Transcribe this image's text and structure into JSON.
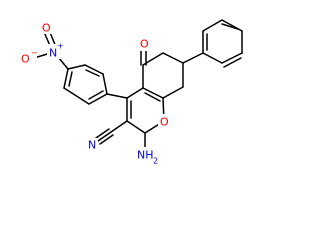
{
  "molecule": {
    "atoms": {
      "nitro_o_minus": {
        "text": "O",
        "charge": "−",
        "color": "#ff0000"
      },
      "nitro_n": {
        "text": "N",
        "charge": "+",
        "color": "#0000ff"
      },
      "nitro_o": {
        "text": "O",
        "color": "#ff0000"
      },
      "ketone_o": {
        "text": "O",
        "color": "#ff0000"
      },
      "ring_o": {
        "text": "O",
        "color": "#ff0000"
      },
      "nitrile_n": {
        "text": "N",
        "color": "#0000ff"
      },
      "amino": {
        "text": "NH",
        "subscript": "2",
        "color": "#0000ff"
      }
    }
  }
}
